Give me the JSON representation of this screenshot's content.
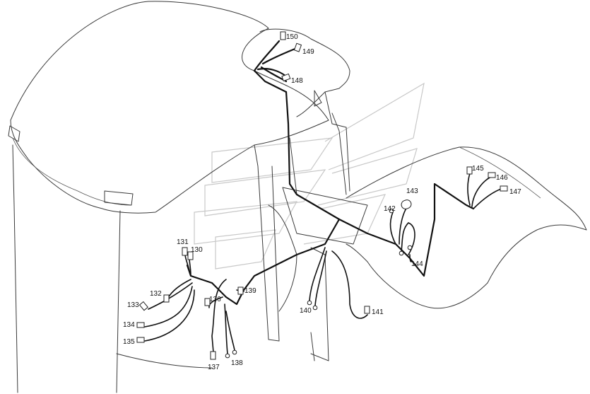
{
  "callouts": [
    {
      "id": "c130",
      "text": "130"
    },
    {
      "id": "c131",
      "text": "131"
    },
    {
      "id": "c132",
      "text": "132"
    },
    {
      "id": "c133",
      "text": "133"
    },
    {
      "id": "c134",
      "text": "134"
    },
    {
      "id": "c135",
      "text": "135"
    },
    {
      "id": "c136",
      "text": "136"
    },
    {
      "id": "c137",
      "text": "137"
    },
    {
      "id": "c138",
      "text": "138"
    },
    {
      "id": "c139",
      "text": "139"
    },
    {
      "id": "c140",
      "text": "140"
    },
    {
      "id": "c141",
      "text": "141"
    },
    {
      "id": "c142",
      "text": "142"
    },
    {
      "id": "c143",
      "text": "143"
    },
    {
      "id": "c144",
      "text": "144"
    },
    {
      "id": "c145",
      "text": "145"
    },
    {
      "id": "c146",
      "text": "146"
    },
    {
      "id": "c147",
      "text": "147"
    },
    {
      "id": "c148",
      "text": "148"
    },
    {
      "id": "c149",
      "text": "149"
    },
    {
      "id": "c150",
      "text": "150"
    }
  ]
}
